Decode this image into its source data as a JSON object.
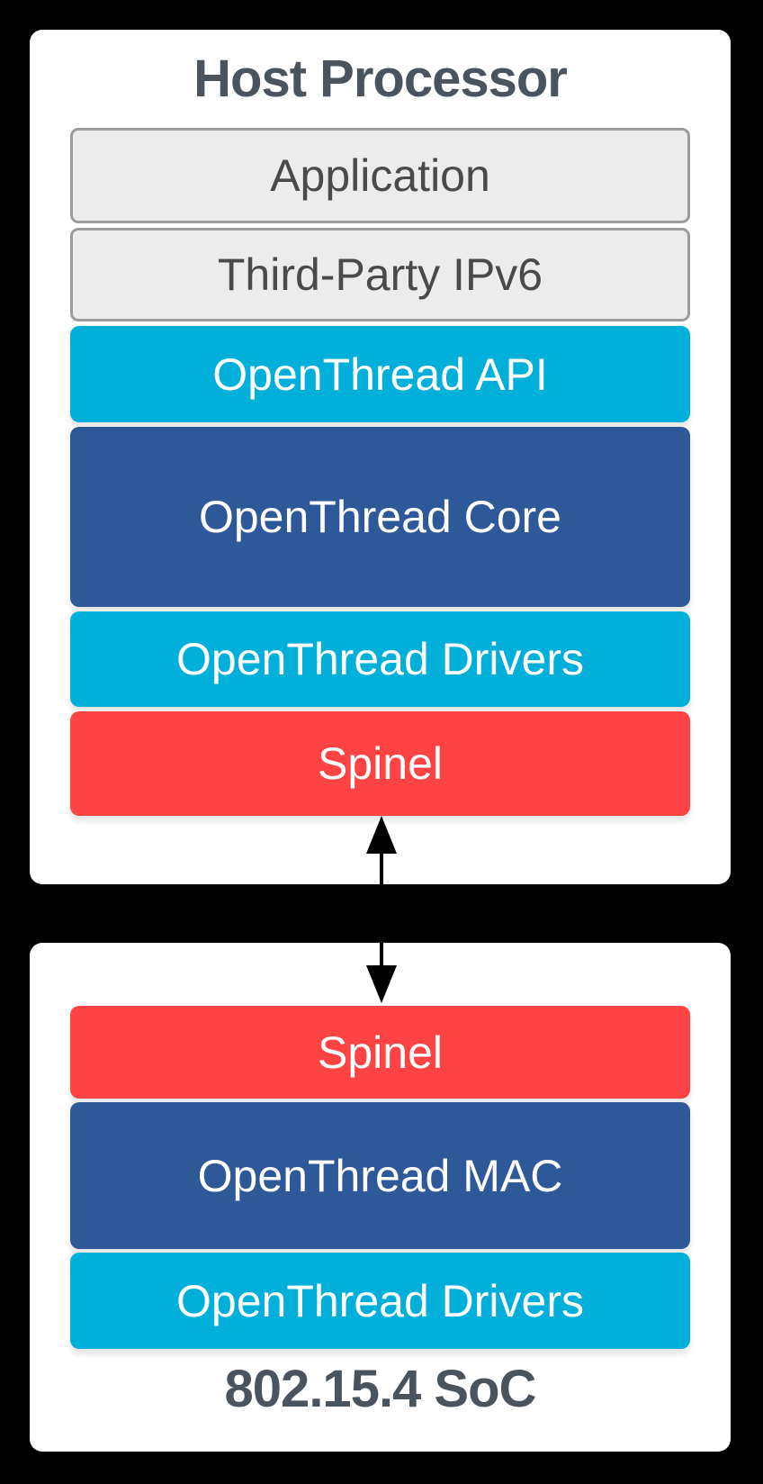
{
  "colors": {
    "background": "#000000",
    "card": "#ffffff",
    "heading_text": "#4a545e",
    "layer_cyan": "#00afda",
    "layer_blue": "#2d5998",
    "layer_red": "#fd4343",
    "layer_gray_fill": "#ececec",
    "layer_gray_border": "#9c9c9c",
    "layer_text_light": "#ffffff",
    "layer_text_dark": "#4a4a4c",
    "arrow": "#000000"
  },
  "host_card": {
    "title": "Host Processor",
    "layers": [
      {
        "label": "Application",
        "color": "#ececec"
      },
      {
        "label": "Third-Party IPv6",
        "color": "#ececec"
      },
      {
        "label": "OpenThread API",
        "color": "#00afda"
      },
      {
        "label": "OpenThread Core",
        "color": "#2d5998"
      },
      {
        "label": "OpenThread Drivers",
        "color": "#00afda"
      },
      {
        "label": "Spinel",
        "color": "#fd4343"
      }
    ]
  },
  "soc_card": {
    "title": "802.15.4 SoC",
    "layers": [
      {
        "label": "Spinel",
        "color": "#fd4343"
      },
      {
        "label": "OpenThread MAC",
        "color": "#2d5998"
      },
      {
        "label": "OpenThread Drivers",
        "color": "#00afda"
      }
    ]
  },
  "connector": {
    "type": "bidirectional-arrow",
    "between": "Spinel (Host Processor) and Spinel (802.15.4 SoC)"
  }
}
